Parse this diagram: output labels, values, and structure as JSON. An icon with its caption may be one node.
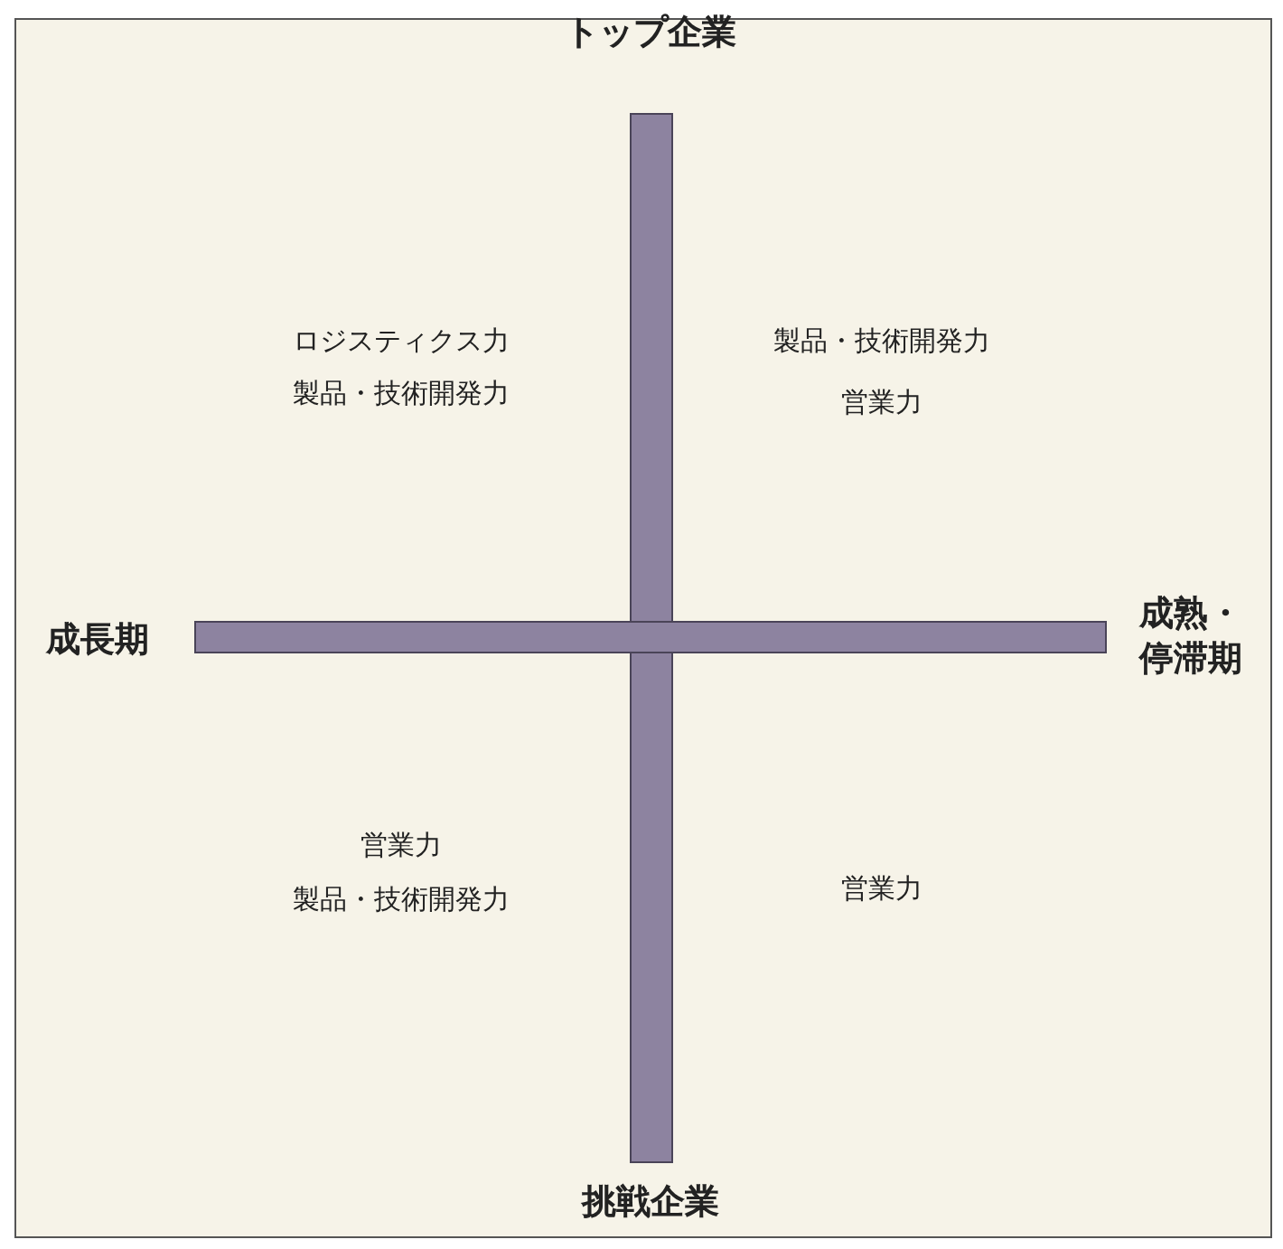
{
  "diagram": {
    "labels": [
      "トップ企業",
      "ロジスティクス力",
      "製品・技術開発力",
      "製品・技術開発力",
      "営業力",
      "成長期",
      "成熟・停滞期",
      "営業力",
      "製品・技術開発力",
      "営業力",
      "挑戦企業"
    ]
  }
}
